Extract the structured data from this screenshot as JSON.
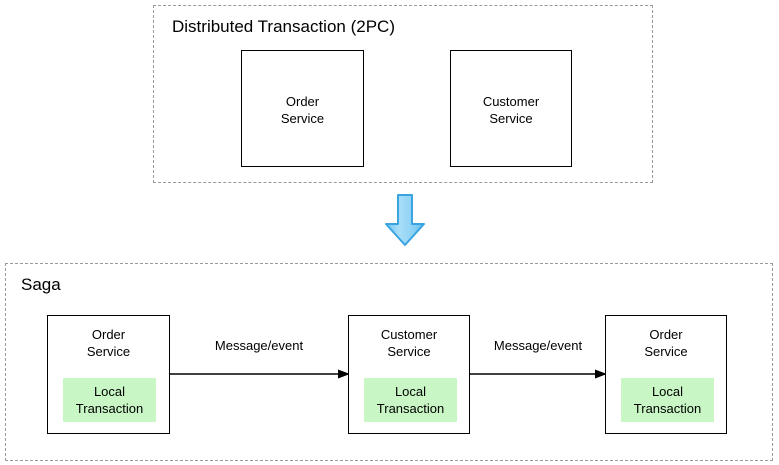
{
  "diagram": {
    "title_top": "Distributed Transaction (2PC)",
    "title_bottom": "Saga",
    "colors": {
      "local_transaction_fill": "#c8f7c5",
      "arrow_fill_light": "#a5dcf7",
      "arrow_fill_dark": "#6ec6f0",
      "arrow_stroke": "#3ba4e0",
      "group_border": "#9a9a9a",
      "box_border": "#000000",
      "text": "#000000"
    }
  },
  "top_group": {
    "title": "Distributed Transaction (2PC)",
    "services": [
      {
        "name": "Order\nService"
      },
      {
        "name": "Customer\nService"
      }
    ]
  },
  "transition": {
    "icon": "down-arrow-icon"
  },
  "saga_group": {
    "title": "Saga",
    "services": [
      {
        "name": "Order\nService",
        "local_transaction": "Local\nTransaction"
      },
      {
        "name": "Customer\nService",
        "local_transaction": "Local\nTransaction"
      },
      {
        "name": "Order\nService",
        "local_transaction": "Local\nTransaction"
      }
    ],
    "connectors": [
      {
        "label": "Message/event"
      },
      {
        "label": "Message/event"
      }
    ]
  }
}
